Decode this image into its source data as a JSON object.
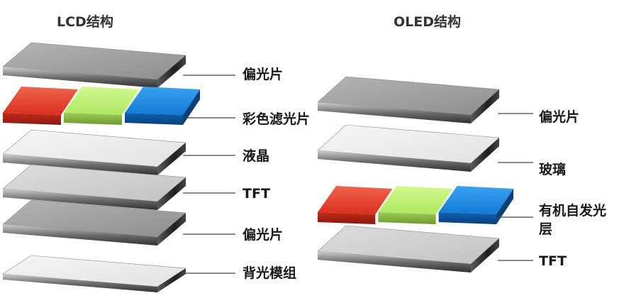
{
  "lcd": {
    "title": "LCD结构",
    "layers": [
      {
        "name": "polarizer-top",
        "label": "偏光片"
      },
      {
        "name": "color-filter",
        "label": "彩色滤光片"
      },
      {
        "name": "liquid-crystal",
        "label": "液晶"
      },
      {
        "name": "tft",
        "label": "TFT"
      },
      {
        "name": "polarizer-bottom",
        "label": "偏光片"
      },
      {
        "name": "backlight",
        "label": "背光模组"
      }
    ]
  },
  "oled": {
    "title": "OLED结构",
    "layers": [
      {
        "name": "polarizer",
        "label": "偏光片"
      },
      {
        "name": "glass",
        "label": "玻璃"
      },
      {
        "name": "organic-layer",
        "label": "有机自发光层"
      },
      {
        "name": "tft",
        "label": "TFT"
      }
    ]
  },
  "colors": {
    "red": "#e8402e",
    "green": "#b8ee6a",
    "blue": "#1a86e0",
    "gray_dark": "#9a9a9a",
    "gray_light": "#eeeeee"
  }
}
